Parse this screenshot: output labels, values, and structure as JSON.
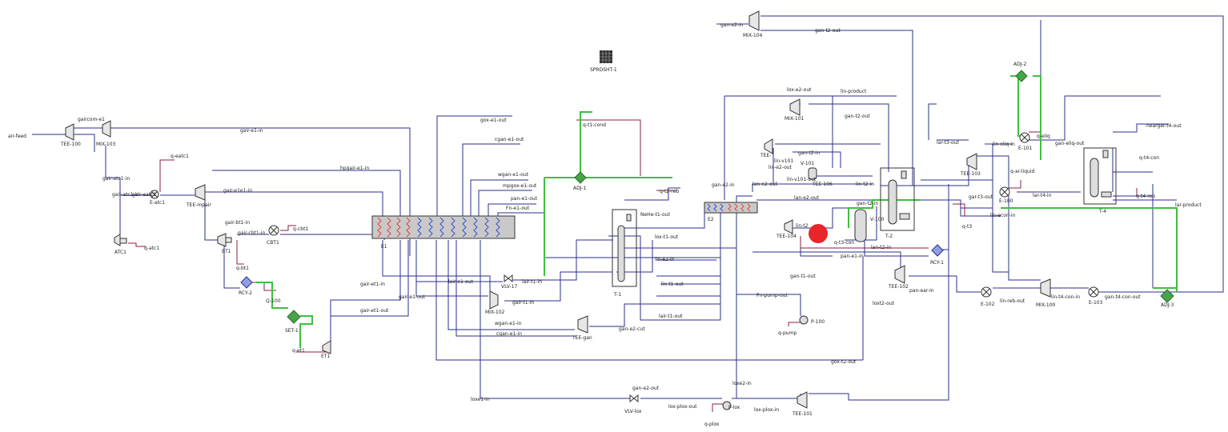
{
  "labels": {
    "air_feed": "air-feed",
    "tee100": "TEE-100",
    "mix103": "MIX-103",
    "gaircom_e1": "gaircom-e1",
    "gair_e1_in": "gair-e1-in",
    "gair_atc1_in": "gair-atc1-in",
    "gair_atc1_in2": "gair-atc1-in",
    "gair_eatc1": "gair-eatc1",
    "e_atc1": "E-atc1",
    "q_eatc1": "q-eatc1",
    "atc1": "ATC1",
    "q_atc1": "q-atc1",
    "tee_mpair": "TEE-mpair",
    "gair_e1e1_in": "gair-e1e1-in",
    "hpgair_e1_in": "hpgair-e1-in",
    "gair_bt1_in": "gair-bt1-in",
    "gair_cbt1_in": "gair-cbt1-in",
    "cbt1": "CBT1",
    "q_cbt1": "q-cbt1",
    "bt1": "BT1",
    "q_bt1": "q-bt1",
    "rcy2": "RCY-2",
    "q100": "Q-100",
    "set1": "SET-1",
    "q_et1": "q-et1",
    "et1": "ET1",
    "gair_et1_in": "gair-et1-in",
    "gair_et1_out": "gair-et1-out",
    "e1": "E1",
    "gox_e1_out": "gox-e1-out",
    "cgan_e1_out": "cgan-e1-out",
    "wgan_e1_out": "wgan-e1-out",
    "mpgox_e1_out": "mpgox-e1-out",
    "pan_e1_out": "pan-e1-out",
    "fn_e1_out": "Fn-e1-out",
    "gair_e1_out": "gair-e1-out",
    "lair_e1_out": "lair-e1-out",
    "q_t1_cond": "q-t1-cond",
    "adj1": "ADJ-1",
    "q_t2_reb": "q-t2-reb",
    "vlv17": "VLV-17",
    "lair_t1_in": "lair-t1-in",
    "gair_t1_in": "gair-t1-in",
    "mix102": "MIX-102",
    "nehe_t1_out": "NeHe-t1-out",
    "lox_t1_out": "lox-t1-out",
    "t1": "T-1",
    "lin_e2_in": "lin-e2-in",
    "lin_t1_out": "lin-t1-out",
    "lair_t1_out": "lair-t1-out",
    "fn_pump_out": "Fn-pump-out",
    "p100": "P-100",
    "q_pump": "q-pump",
    "wgan_e1_in": "wgan-e1-in",
    "cgan_e1_in": "cgan-e1-in",
    "tee_gan": "TEE-gan",
    "gan_e2_cut": "gan-e2-cut",
    "gan_e2_out": "gan-e2-out",
    "loxe1_in": "loxe1-in",
    "vlv_lox": "VLV-lox",
    "lox_plox_out": "lox-plox-out",
    "p_lox": "P-lox",
    "q_plox": "q-plox",
    "lox_plox_in": "lox-plox-in",
    "tee101": "TEE-101",
    "loxe2_in": "loxe2-in",
    "gox_t2_out": "gox-t2-out",
    "loxt2_out": "loxt2-out",
    "sprdsht1": "SPRDSHT-1",
    "mix104": "MIX-104",
    "gan_e2_in": "gan-e2-in",
    "gan_t2_out_top": "gan-t2-out",
    "lox_e2_out": "lox-e2-out",
    "lin_product": "lin-product",
    "mix101": "MIX-101",
    "gan_t2_out": "gan-t2-out",
    "e2": "E2",
    "gan_e2_in2": "gan-e2-in",
    "lan_e2_out": "lan-e2-out",
    "lin_e2_out": "lin-e2-out",
    "tee_top": "TEE-",
    "lin_v101": "lin-v101",
    "gan_t2_in": "gan-t2-in",
    "v101": "V-101",
    "lin_v101_out": "lin-v101-out",
    "tee106": "TEE-106",
    "lin_t2_in": "lin-t2-in",
    "gan_t2_in2": "gan-t2-in",
    "lan_e2_out2": "lan-e2-out",
    "v100": "V-100",
    "tee104": "TEE-104",
    "lin_t2": "lin-t2",
    "q_t3_con": "q-t3-con",
    "t2": "T-2",
    "lan_t2_in": "lan-t2-in",
    "pan_e1_in": "pan-e1-in",
    "gan_t1_out": "gan-t1-out",
    "rcy1": "RCY-1",
    "q_t3": "q-t3",
    "lar_t3_out": "lar-t3-out",
    "tee103": "TEE-103",
    "gar_t3_out": "gar-t3-out",
    "e100": "E-100",
    "q_ar_liquid": "q-ar-liquid",
    "lar_t4_in": "lar-t4-in",
    "lin_eliq_in": "lin-eliq-in",
    "e101": "E-101",
    "gan_eliq_out": "gan-eliq-out",
    "q_eliq": "q-eliq",
    "adj2": "ADJ-2",
    "lin_econ_in": "lin-econ-in",
    "tee102": "TEE-102",
    "pan_ear_in": "pan-ear-in",
    "e102": "E-102",
    "lin_reb_out": "lin-reb-out",
    "mix100": "MIX-100",
    "lin_t4_con_in": "lin-t4-con-in",
    "e103": "E-103",
    "gan_t4_con_out": "gan-t4-con-out",
    "adj3": "ADJ-3",
    "t4": "T-4",
    "nearger_t4_out": "nearger-t4-out",
    "q_t4_con": "q-t4-con",
    "q_t4_reb": "q-t4-reb",
    "lar_product": "lar-product"
  },
  "colors": {
    "material_stream": "#2a2f8f",
    "energy_stream": "#8b1f3a",
    "logic_link": "#3fbf3f",
    "hot_zigzag": "#e0443c",
    "cold_zigzag": "#3a4fcf",
    "marker": "#e8262a"
  },
  "icons": [
    "tee-icon",
    "mixer-icon",
    "compressor-icon",
    "expander-icon",
    "cooler-icon",
    "heat-exchanger-icon",
    "valve-icon",
    "pump-icon",
    "column-icon",
    "separator-icon",
    "recycle-icon",
    "adjust-icon",
    "set-icon",
    "spreadsheet-icon",
    "marker-dot-icon"
  ]
}
